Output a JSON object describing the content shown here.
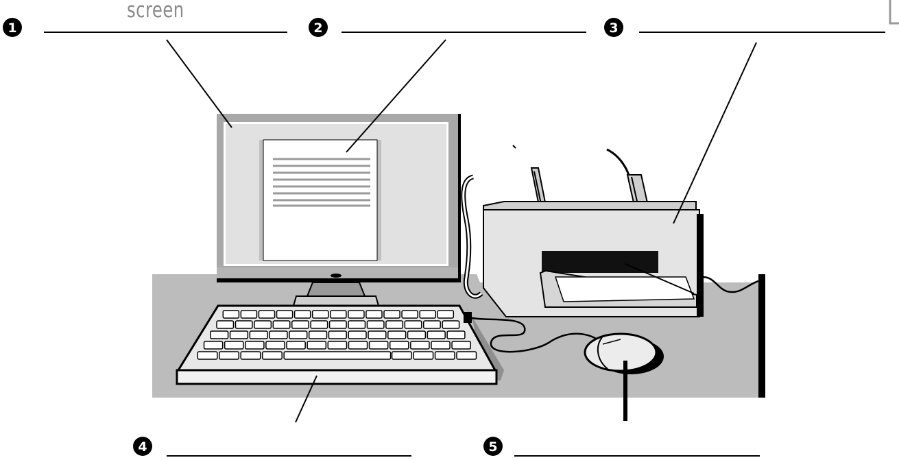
{
  "labels": [
    {
      "number": "1",
      "answer": "screen"
    },
    {
      "number": "2",
      "answer": ""
    },
    {
      "number": "3",
      "answer": ""
    },
    {
      "number": "4",
      "answer": ""
    },
    {
      "number": "5",
      "answer": ""
    }
  ],
  "colors": {
    "ink": "#000000",
    "desk": "#bcbcbc",
    "device_light": "#e4e4e4",
    "device_mid": "#a8a8a8",
    "paper": "#ffffff",
    "answer_text": "#8a8a8a"
  },
  "icons": [
    "computer-monitor",
    "document-window",
    "printer",
    "keyboard",
    "mouse"
  ]
}
